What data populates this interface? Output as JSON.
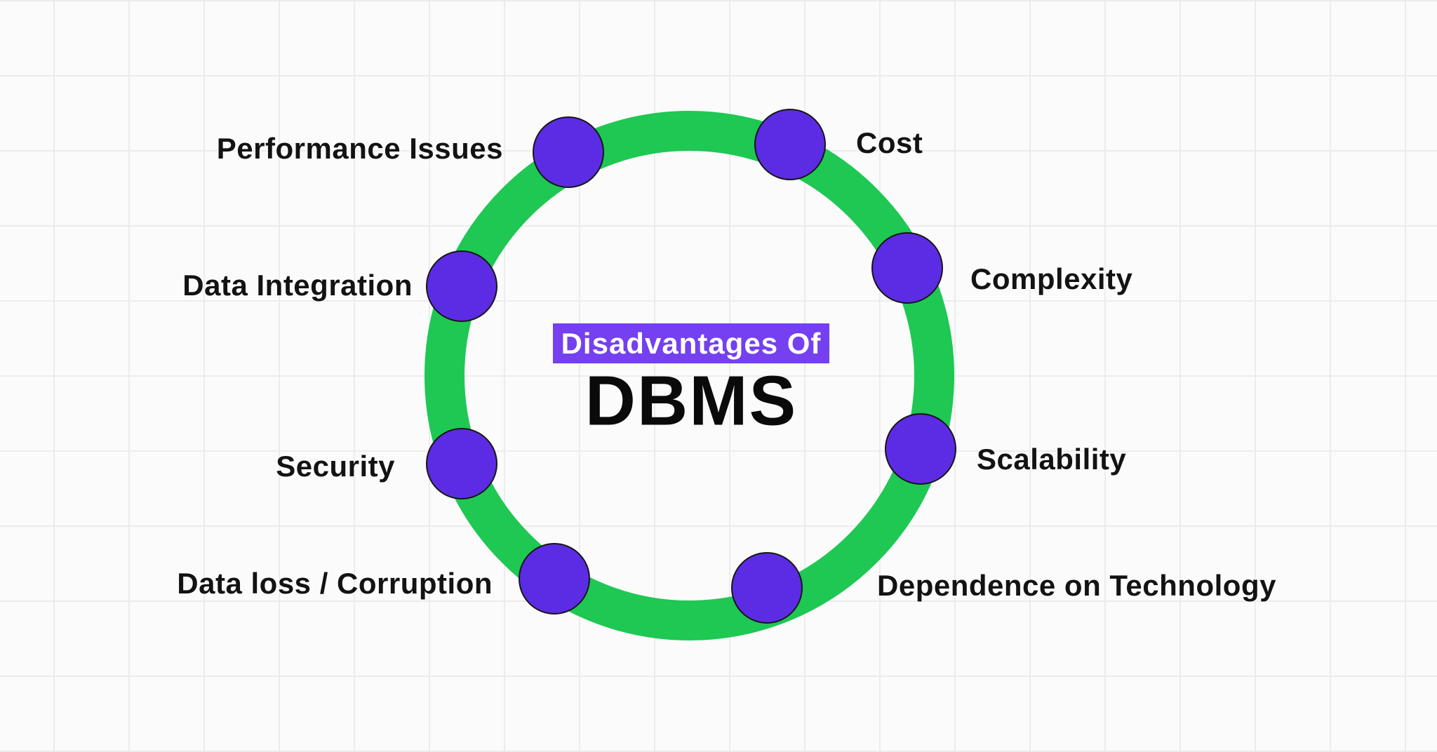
{
  "diagram": {
    "badge_label": "Disadvantages Of",
    "main_title": "DBMS",
    "items": [
      {
        "id": "performance-issues",
        "label": "Performance Issues"
      },
      {
        "id": "cost",
        "label": "Cost"
      },
      {
        "id": "data-integration",
        "label": "Data Integration"
      },
      {
        "id": "complexity",
        "label": "Complexity"
      },
      {
        "id": "security",
        "label": "Security"
      },
      {
        "id": "scalability",
        "label": "Scalability"
      },
      {
        "id": "data-loss-corruption",
        "label": "Data loss / Corruption"
      },
      {
        "id": "dependence-on-technology",
        "label": "Dependence on Technology"
      }
    ],
    "colors": {
      "ring": "#1ec853",
      "node": "#5c2ce4",
      "badge": "#7440f0",
      "badge_text": "#ffffff",
      "title_text": "#0a0a0a",
      "label_text": "#131313",
      "background": "#fbfbfb",
      "grid_line": "#ececec"
    }
  }
}
